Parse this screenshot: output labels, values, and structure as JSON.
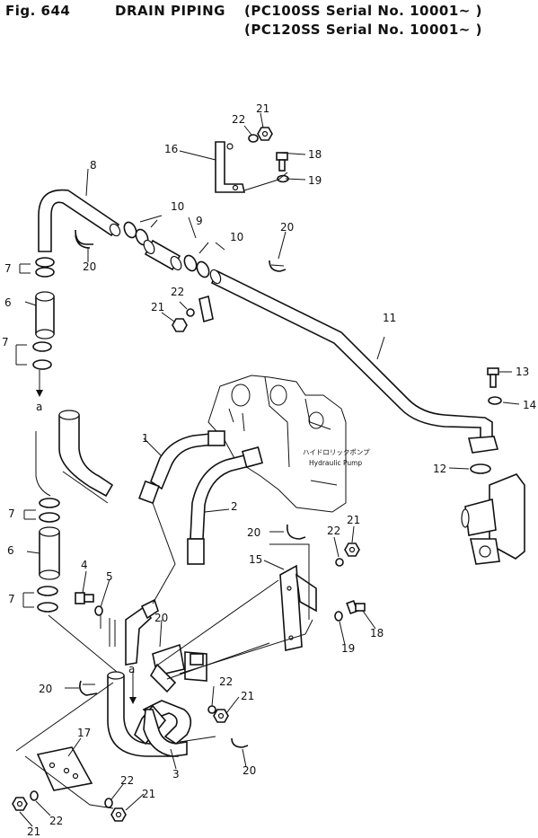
{
  "header": {
    "fig": "Fig. 644",
    "title": "DRAIN PIPING",
    "serial1": "(PC100SS Serial No. 10001~ )",
    "serial2": "(PC120SS Serial No. 10001~ )"
  },
  "pump_label_jp": "ハイドロリックポンプ",
  "pump_label_en": "Hydraulic Pump",
  "callouts": {
    "c1": "1",
    "c2": "2",
    "c3": "3",
    "c4": "4",
    "c5": "5",
    "c6a": "6",
    "c6b": "6",
    "c7a": "7",
    "c7b": "7",
    "c7c": "7",
    "c7d": "7",
    "c8": "8",
    "c9": "9",
    "c10a": "10",
    "c10b": "10",
    "c11": "11",
    "c12": "12",
    "c13": "13",
    "c14": "14",
    "c15": "15",
    "c16": "16",
    "c17": "17",
    "c18a": "18",
    "c18b": "18",
    "c19a": "19",
    "c19b": "19",
    "c20a": "20",
    "c20b": "20",
    "c20c": "20",
    "c20d": "20",
    "c20e": "20",
    "c20f": "20",
    "c21a": "21",
    "c21b": "21",
    "c21c": "21",
    "c21d": "21",
    "c21e": "21",
    "c21f": "21",
    "c22a": "22",
    "c22b": "22",
    "c22c": "22",
    "c22d": "22",
    "c22e": "22",
    "c22f": "22",
    "ca1": "a",
    "ca2": "a"
  }
}
